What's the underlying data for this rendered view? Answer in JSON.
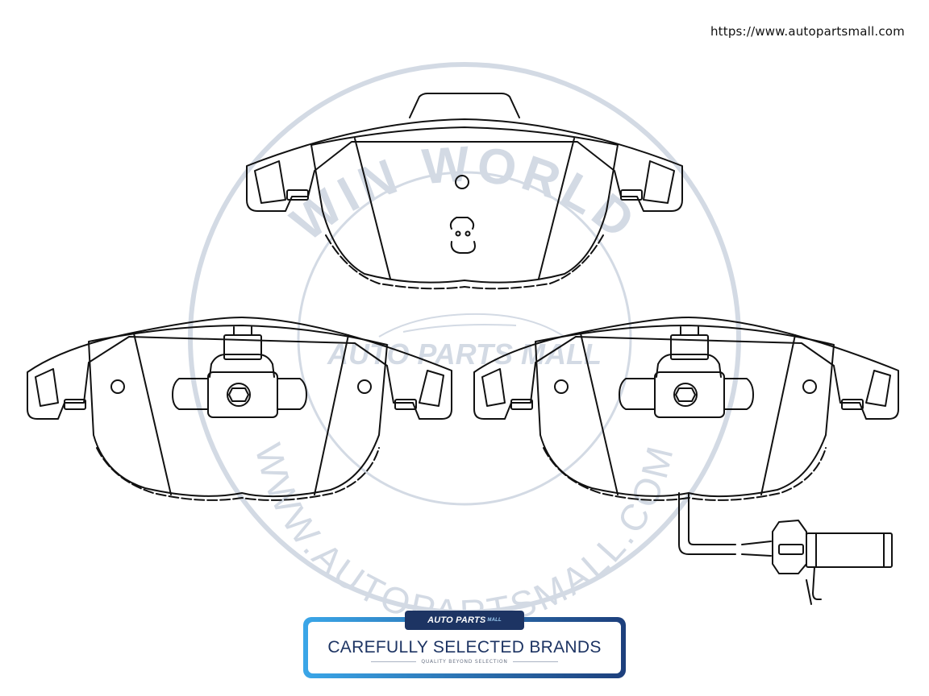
{
  "header": {
    "url": "https://www.autopartsmall.com"
  },
  "watermark": {
    "top_text": "WIN WORLD",
    "center_text": "AUTO PARTS MALL",
    "bottom_text": "WWW.AUTOPARTSMALL.COM",
    "color": "#c9d1dc"
  },
  "banner": {
    "logo": "AUTO PARTS",
    "logo_suffix": "MALL",
    "title": "CAREFULLY SELECTED BRANDS",
    "subtitle": "QUALITY BEYOND SELECTION",
    "accent_light": "#3aa6e8",
    "accent_dark": "#1d3463"
  },
  "illustration": {
    "subject": "brake-pad-set",
    "pads": [
      "top-pad",
      "left-pad",
      "right-pad"
    ],
    "sensor": "wear-sensor-wire"
  }
}
